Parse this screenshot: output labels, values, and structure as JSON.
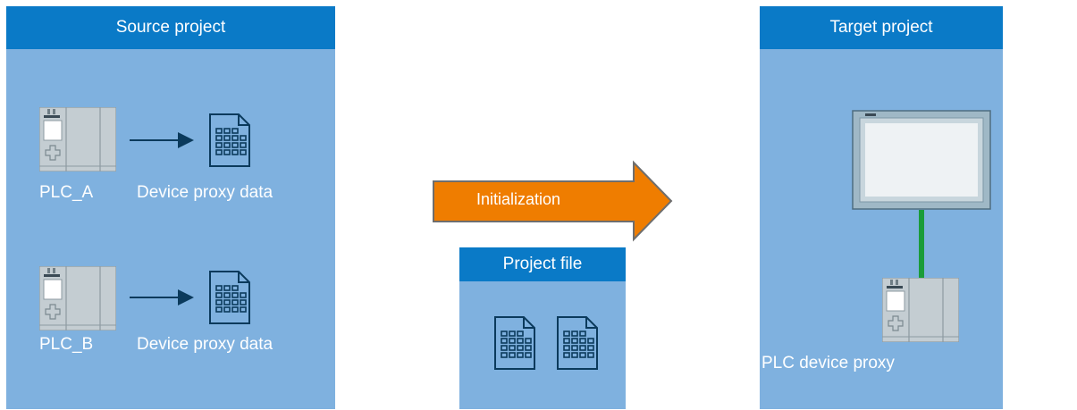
{
  "source": {
    "title": "Source project",
    "items": [
      {
        "plc_label": "PLC_A",
        "data_label": "Device proxy data"
      },
      {
        "plc_label": "PLC_B",
        "data_label": "Device proxy data"
      }
    ]
  },
  "transfer": {
    "arrow_label": "Initialization",
    "project_file": {
      "title": "Project file"
    }
  },
  "target": {
    "title": "Target project",
    "proxy_label": "PLC device proxy"
  },
  "colors": {
    "panel": "#7fb1df",
    "header": "#0a7ac7",
    "arrow": "#ef7d00",
    "connection": "#1a9c3a"
  }
}
